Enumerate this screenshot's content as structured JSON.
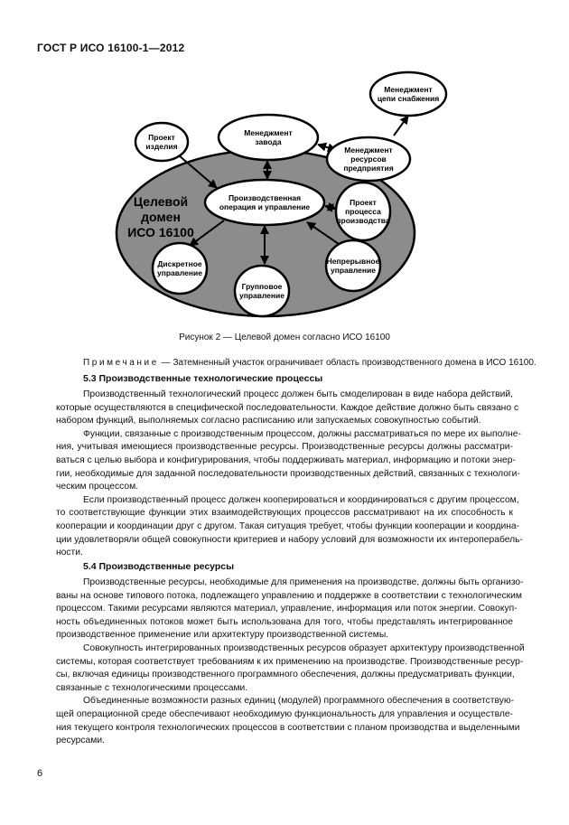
{
  "header": "ГОСТ Р ИСО 16100-1—2012",
  "figure": {
    "domain_label": [
      "Целевой",
      "домен",
      "ИСО 16100"
    ],
    "nodes": {
      "supply_chain": [
        "Менеджмент",
        "цепи снабжения"
      ],
      "product_design": [
        "Проект",
        "изделия"
      ],
      "plant_mgmt": [
        "Менеджмент",
        "завода"
      ],
      "enterprise_resources": [
        "Менеджмент",
        "ресурсов",
        "предприятия"
      ],
      "production_ops": [
        "Производственная",
        "операция и управление"
      ],
      "process_design": [
        "Проект",
        "процесса",
        "производства"
      ],
      "discrete": [
        "Дискретное",
        "управление"
      ],
      "batch": [
        "Групповое",
        "управление"
      ],
      "continuous": [
        "Непрерывное",
        "управление"
      ]
    },
    "caption": "Рисунок 2 — Целевой домен согласно ИСО 16100",
    "colors": {
      "domain_fill": "#8c8c8c",
      "node_fill": "#ffffff"
    }
  },
  "note": {
    "label": "Примечание",
    "text": " — Затемненный участок ограничивает область производственного домена в ИСО 16100."
  },
  "section_5_3": {
    "heading": "5.3 Производственные технологические процессы",
    "paragraphs": [
      [
        "Производственный технологический процесс должен быть смоделирован в виде набора действий,",
        "которые осуществляются в специфической последовательности. Каждое действие должно быть связано с",
        "набором функций, выполняемых согласно расписанию или запускаемых совокупностью событий."
      ],
      [
        "Функции, связанные с производственным процессом, должны рассматриваться по мере их выполне-",
        "ния, учитывая имеющиеся производственные ресурсы. Производственные ресурсы должны рассматри-",
        "ваться с целью выбора и конфигурирования, чтобы поддерживать материал, информацию и потоки энер-",
        "гии, необходимые для заданной последовательности производственных действий, связанных с технологи-",
        "ческим процессом."
      ],
      [
        "Если производственный процесс должен кооперироваться и координироваться с другим процессом,",
        "то соответствующие функции этих взаимодействующих процессов рассматривают на их способность к",
        "кооперации и координации друг с другом. Такая ситуация требует, чтобы функции кооперации и координа-",
        "ции удовлетворяли общей совокупности критериев и набору условий для возможности их интероперабель-",
        "ности."
      ]
    ]
  },
  "section_5_4": {
    "heading": "5.4 Производственные ресурсы",
    "paragraphs": [
      [
        "Производственные ресурсы, необходимые для применения на производстве, должны быть организо-",
        "ваны на основе типового потока, подлежащего управлению и поддержке в соответствии с технологическим",
        "процессом. Такими ресурсами являются материал, управление, информация или поток энергии. Совокуп-",
        "ность объединенных потоков может быть использована для того, чтобы представлять интегрированное",
        "производственное применение или архитектуру производственной системы."
      ],
      [
        "Совокупность интегрированных производственных ресурсов образует архитектуру производственной",
        "системы, которая соответствует требованиям к их применению на производстве. Производственные ресур-",
        "сы, включая единицы производственного программного обеспечения, должны предусматривать функции,",
        "связанные с технологическими процессами."
      ],
      [
        "Объединенные возможности разных единиц (модулей) программного обеспечения в соответствую-",
        "щей операционной среде обеспечивают необходимую функциональность для управления и осуществле-",
        "ния текущего контроля технологических процессов в соответствии с планом производства и выделенными",
        "ресурсами."
      ]
    ]
  },
  "page_number": "6"
}
